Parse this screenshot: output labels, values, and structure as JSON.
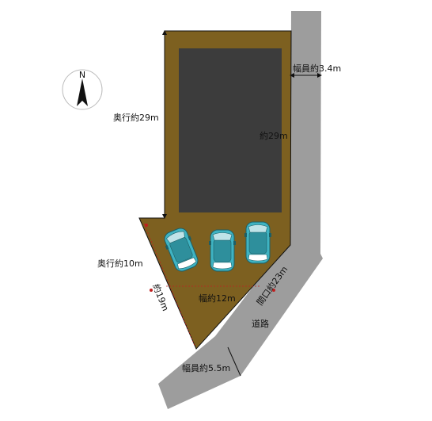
{
  "compass": {
    "north_label": "N"
  },
  "labels": {
    "road_width_top": "幅員約3.4m",
    "depth_upper": "奥行約29m",
    "length_inner": "約29m",
    "depth_lower": "奥行約10m",
    "diag_length": "約19m",
    "width_lower": "幅約12m",
    "frontage": "間口約23m",
    "road": "道路",
    "road_width_bottom": "幅員約5.5m"
  },
  "colors": {
    "land": "#7d6020",
    "building": "#3c3c3c",
    "road": "#9d9d9d",
    "car": "#3fb3c2",
    "dimension_line": "#111111"
  },
  "parking": {
    "car_count": 3
  }
}
